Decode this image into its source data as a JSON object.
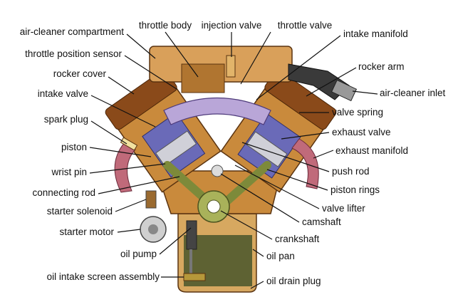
{
  "labels": {
    "air_cleaner_compartment": "air-cleaner compartment",
    "throttle_position_sensor": "throttle position sensor",
    "rocker_cover": "rocker cover",
    "intake_valve": "intake valve",
    "spark_plug": "spark plug",
    "piston": "piston",
    "wrist_pin": "wrist pin",
    "connecting_rod": "connecting rod",
    "starter_solenoid": "starter solenoid",
    "starter_motor": "starter motor",
    "oil_pump": "oil pump",
    "oil_intake_screen_assembly": "oil intake screen assembly",
    "throttle_body": "throttle body",
    "injection_valve": "injection valve",
    "throttle_valve": "throttle valve",
    "intake_manifold": "intake manifold",
    "rocker_arm": "rocker arm",
    "air_cleaner_inlet": "air-cleaner inlet",
    "valve_spring": "valve spring",
    "exhaust_valve": "exhaust valve",
    "exhaust_manifold": "exhaust manifold",
    "push_rod": "push rod",
    "piston_rings": "piston rings",
    "valve_lifter": "valve lifter",
    "camshaft": "camshaft",
    "crankshaft": "crankshaft",
    "oil_pan": "oil pan",
    "oil_drain_plug": "oil drain plug"
  },
  "colors": {
    "engine_block": "#c98a3c",
    "engine_dark": "#8a4a1a",
    "cylinder": "#6a6ab8",
    "intake_air": "#b9a6d8",
    "crank": "#7d8a3a",
    "oil_pan": "#6b6b3a",
    "exhaust": "#c06a7a"
  }
}
